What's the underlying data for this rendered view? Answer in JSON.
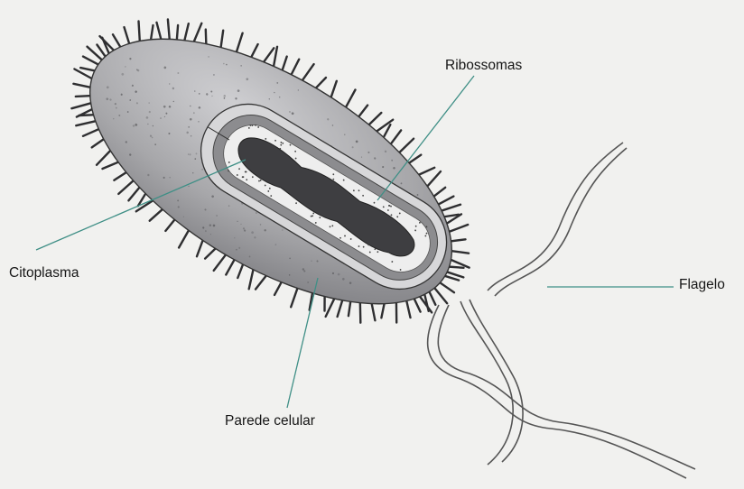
{
  "diagram": {
    "labels": {
      "ribosomes": "Ribossomas",
      "cytoplasm": "Citoplasma",
      "flagellum": "Flagelo",
      "cell_wall": "Parede celular"
    }
  },
  "colors": {
    "background": "#f1f1ef",
    "body_fill": "#a8a8ab",
    "cell_wall": "#d4d4d6",
    "membrane": "#8a8a8d",
    "cytoplasm": "#efefef",
    "nucleoid": "#3f3f42",
    "leader_line": "#3f8f86",
    "flagellum": "#555555"
  }
}
